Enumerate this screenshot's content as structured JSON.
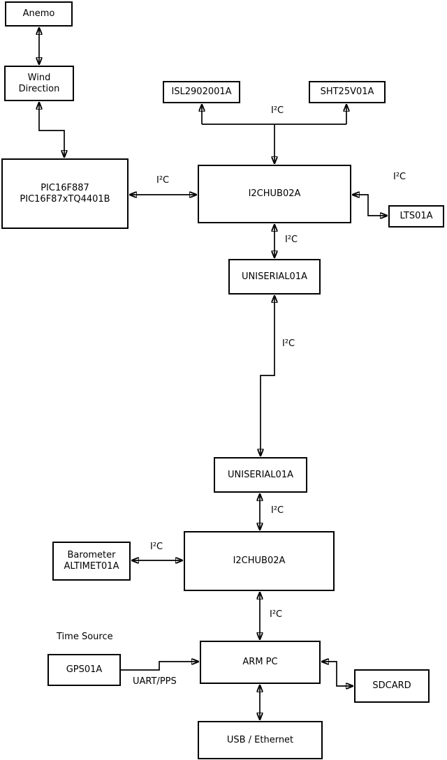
{
  "diagram": {
    "type": "block-diagram",
    "background_color": "#ffffff",
    "line_color": "#000000",
    "box_fill_color": "#ffffff",
    "nodes": {
      "anemo": {
        "label": "Anemo"
      },
      "wind_direction": {
        "line1": "Wind",
        "line2": "Direction"
      },
      "pic": {
        "line1": "PIC16F887",
        "line2": "PIC16F87xTQ4401B"
      },
      "isl": {
        "label": "ISL2902001A"
      },
      "sht": {
        "label": "SHT25V01A"
      },
      "hub1": {
        "label": "I2CHUB02A"
      },
      "lts": {
        "label": "LTS01A"
      },
      "uniserial1": {
        "label": "UNISERIAL01A"
      },
      "uniserial2": {
        "label": "UNISERIAL01A"
      },
      "hub2": {
        "label": "I2CHUB02A"
      },
      "barometer": {
        "line1": "Barometer",
        "line2": "ALTIMET01A"
      },
      "arm_pc": {
        "label": "ARM PC"
      },
      "gps": {
        "label": "GPS01A"
      },
      "sdcard": {
        "label": "SDCARD"
      },
      "usb": {
        "label": "USB / Ethernet"
      }
    },
    "edge_labels": {
      "bus": "I²C",
      "uart": "UART/PPS",
      "time_source": "Time Source"
    }
  }
}
